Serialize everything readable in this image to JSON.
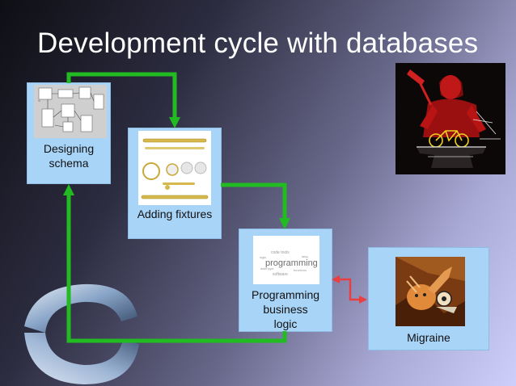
{
  "slide": {
    "title": "Development cycle with databases"
  },
  "steps": [
    {
      "label_line1": "Designing",
      "label_line2": "schema"
    },
    {
      "label_line1": "Adding fixtures"
    },
    {
      "label_line1": "Programming",
      "label_line2": "business",
      "label_line3": "logic"
    },
    {
      "label_line1": "Migraine"
    }
  ],
  "thumbnails": {
    "word_cloud_text": "programming"
  },
  "colors": {
    "card_fill": "#a8d4f8",
    "cycle_arrow": "#22bb22",
    "migraine_arrow": "#e84040",
    "title_text": "#ffffff"
  }
}
